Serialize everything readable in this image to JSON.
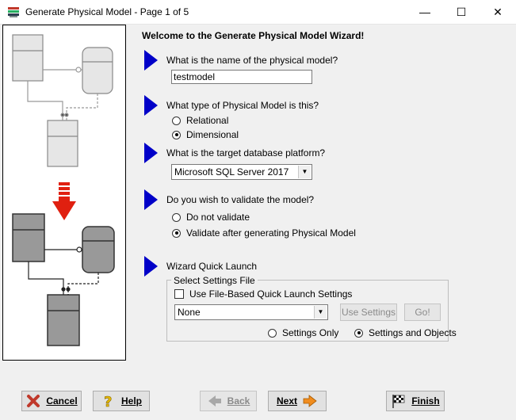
{
  "window": {
    "title": "Generate Physical Model - Page 1 of 5",
    "min_glyph": "—",
    "max_glyph": "☐",
    "close_glyph": "✕"
  },
  "wizard": {
    "heading": "Welcome to the Generate Physical Model Wizard!",
    "q_name": "What is the name of the physical model?",
    "name_value": "testmodel",
    "q_type": "What type of Physical Model is this?",
    "type_options": [
      "Relational",
      "Dimensional"
    ],
    "type_selected": "Dimensional",
    "q_platform": "What is the target database platform?",
    "platform_value": "Microsoft SQL Server 2017",
    "q_validate": "Do you wish to validate the model?",
    "validate_options": [
      "Do not validate",
      "Validate after generating Physical Model"
    ],
    "validate_selected": "Validate after generating Physical Model",
    "q_quick_launch": "Wizard Quick Launch",
    "settings_group_label": "Select Settings File",
    "file_based_label": "Use File-Based Quick Launch Settings",
    "settings_file_value": "None",
    "use_settings_label": "Use Settings",
    "go_label": "Go!",
    "scope_options": [
      "Settings Only",
      "Settings and Objects"
    ],
    "scope_selected": "Settings and Objects"
  },
  "buttons": {
    "cancel": "Cancel",
    "help": "Help",
    "back": "Back",
    "next": "Next",
    "finish": "Finish"
  },
  "colors": {
    "arrow_blue": "#0000c8",
    "red_arrow": "#e02010"
  }
}
